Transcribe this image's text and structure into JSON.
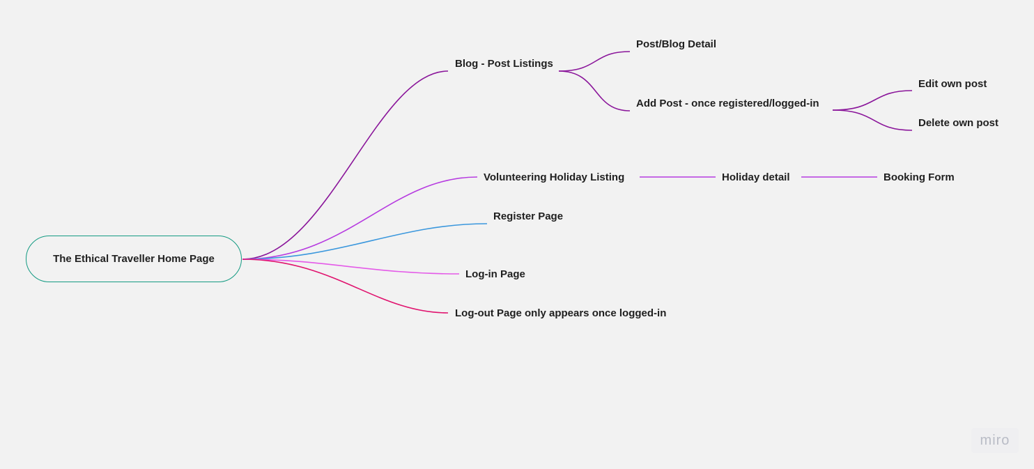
{
  "root": {
    "label": "The Ethical Traveller Home Page"
  },
  "nodes": {
    "blog_listings": "Blog - Post Listings",
    "post_detail": "Post/Blog Detail",
    "add_post": "Add Post - once registered/logged-in",
    "edit_own_post": "Edit own post",
    "delete_own_post": "Delete own post",
    "volunteering_listing": "Volunteering Holiday Listing",
    "holiday_detail": "Holiday detail",
    "booking_form": "Booking Form",
    "register_page": "Register Page",
    "login_page": "Log-in Page",
    "logout_page": "Log-out Page only appears once logged-in"
  },
  "colors": {
    "root_border": "#139a82",
    "blog_branch": "#8a159a",
    "volunteering_branch": "#b63ae0",
    "register_branch": "#3a97dd",
    "login_branch": "#e45ae8",
    "logout_branch": "#e0126e"
  },
  "watermark": {
    "logo_text": "miro"
  }
}
